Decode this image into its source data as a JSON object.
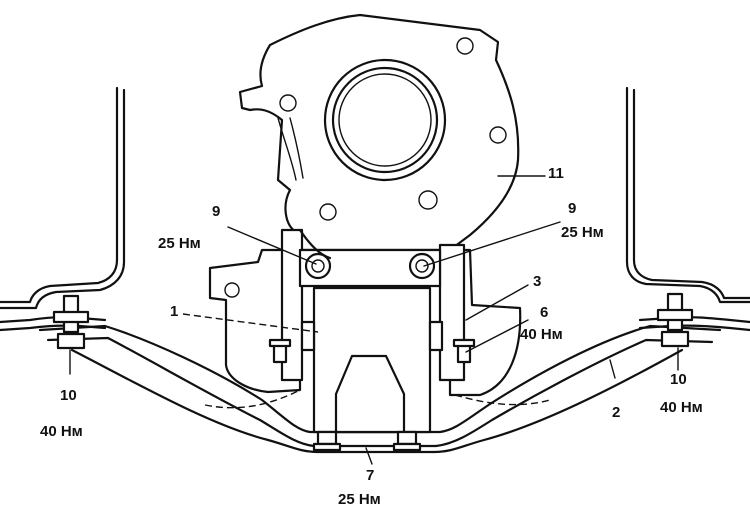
{
  "labels": {
    "l1": "1",
    "l2": "2",
    "l3": "3",
    "l6": "6",
    "l6_torque": "40 Нм",
    "l7": "7",
    "l7_torque": "25 Нм",
    "l9_left": "9",
    "l9_left_torque": "25 Нм",
    "l9_right": "9",
    "l9_right_torque": "25 Нм",
    "l10_left": "10",
    "l10_left_torque": "40 Нм",
    "l10_right": "10",
    "l10_right_torque": "40 Нм",
    "l11": "11"
  },
  "colors": {
    "ink": "#111111",
    "paper": "#ffffff"
  }
}
